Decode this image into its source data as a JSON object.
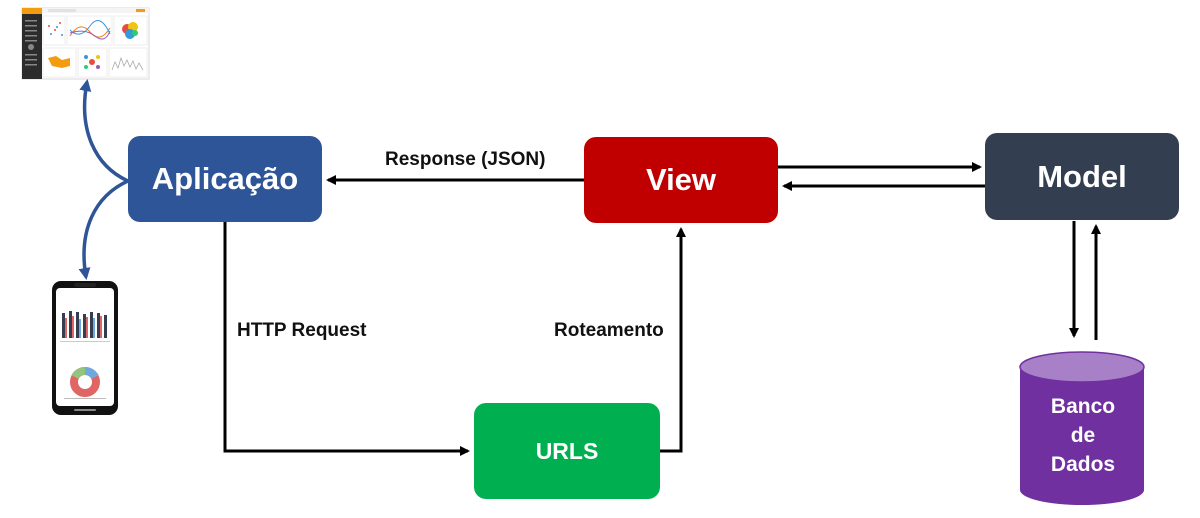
{
  "nodes": {
    "aplicacao": {
      "label": "Aplicação",
      "color": "#2e5597"
    },
    "view": {
      "label": "View",
      "color": "#c00000"
    },
    "model": {
      "label": "Model",
      "color": "#333f50"
    },
    "urls": {
      "label": "URLS",
      "color": "#00b050"
    },
    "database": {
      "lines": [
        "Banco",
        "de",
        "Dados"
      ],
      "color": "#7030a0",
      "top_color": "#a880c8"
    }
  },
  "edges": {
    "response": "Response (JSON)",
    "http_request": "HTTP Request",
    "roteamento": "Roteamento"
  },
  "colors": {
    "arrow": "#000000",
    "client_arrow": "#2e5597",
    "accent": "#f39c12"
  }
}
